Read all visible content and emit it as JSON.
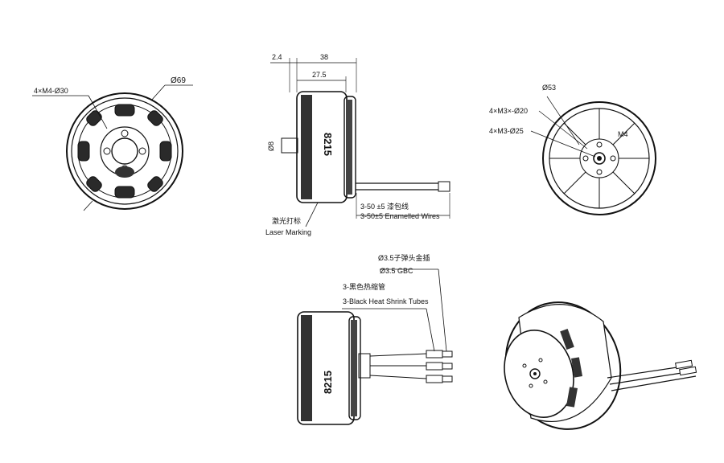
{
  "front_view": {
    "mount_label": "4×M4-Ø30",
    "diameter_label": "Ø69"
  },
  "side_view": {
    "dim_2_4": "2.4",
    "dim_38": "38",
    "dim_27_5": "27.5",
    "dim_shaft": "Ø8",
    "side_text": "8215",
    "wire_label_cn": "3-50 ±5 漆包线",
    "wire_label_en": "3-50±5 Enamelled Wires",
    "laser_cn": "激光打标",
    "laser_en": "Laser Marking"
  },
  "rear_view": {
    "dia_53": "Ø53",
    "m3_20": "4×M3×-Ø20",
    "m3_25": "4×M3-Ø25",
    "m4": "M4"
  },
  "wire_view": {
    "gbc_cn": "Ø3.5子弹头金插",
    "gbc_en": "Ø3.5 GBC",
    "tube_cn": "3-黑色热缩管",
    "tube_en": "3-Black Heat Shrink Tubes",
    "side_text": "8215"
  }
}
